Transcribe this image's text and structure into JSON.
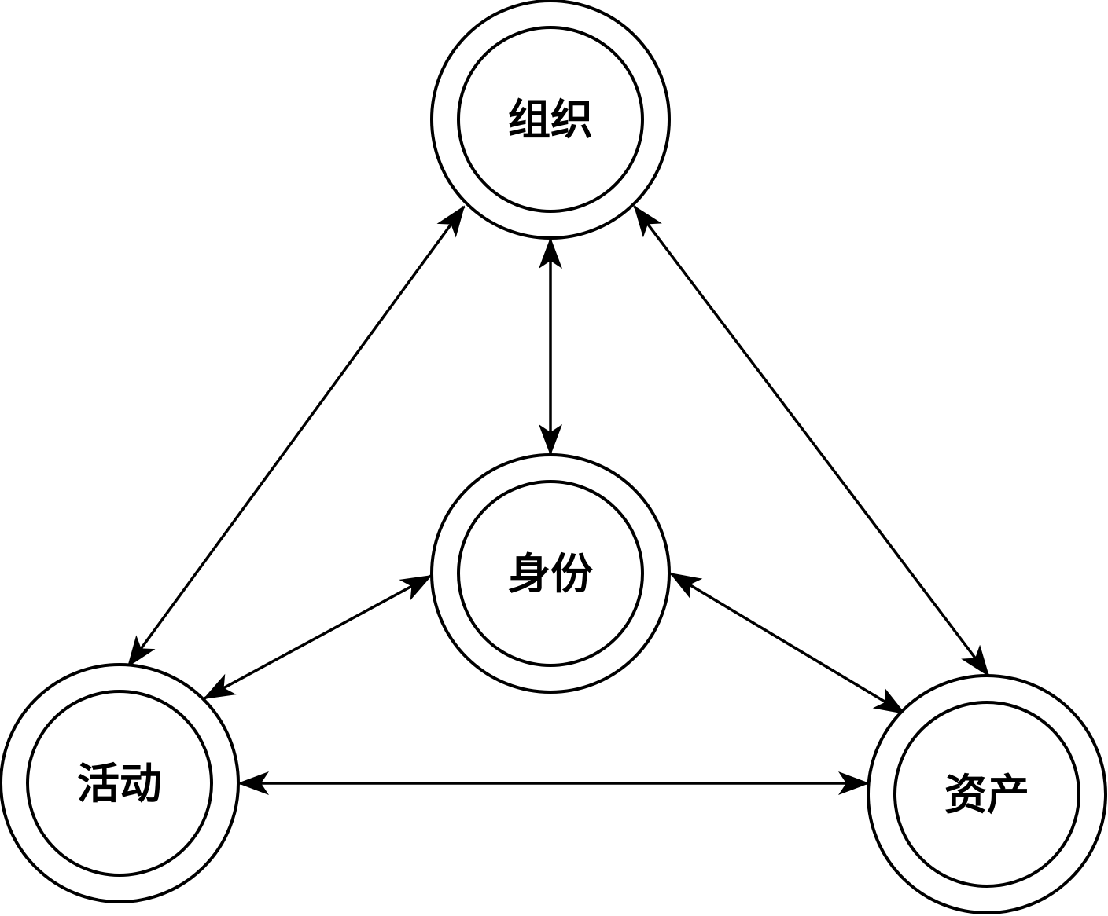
{
  "diagram": {
    "nodes": {
      "org": {
        "label": "组织"
      },
      "identity": {
        "label": "身份"
      },
      "activity": {
        "label": "活动"
      },
      "asset": {
        "label": "资产"
      }
    },
    "edges": [
      {
        "from": "org",
        "to": "activity",
        "direction": "bidirectional"
      },
      {
        "from": "org",
        "to": "identity",
        "direction": "bidirectional"
      },
      {
        "from": "org",
        "to": "asset",
        "direction": "bidirectional"
      },
      {
        "from": "identity",
        "to": "activity",
        "direction": "bidirectional"
      },
      {
        "from": "identity",
        "to": "asset",
        "direction": "bidirectional"
      },
      {
        "from": "activity",
        "to": "asset",
        "direction": "bidirectional"
      }
    ],
    "colors": {
      "stroke": "#000000",
      "background": "#ffffff"
    }
  }
}
